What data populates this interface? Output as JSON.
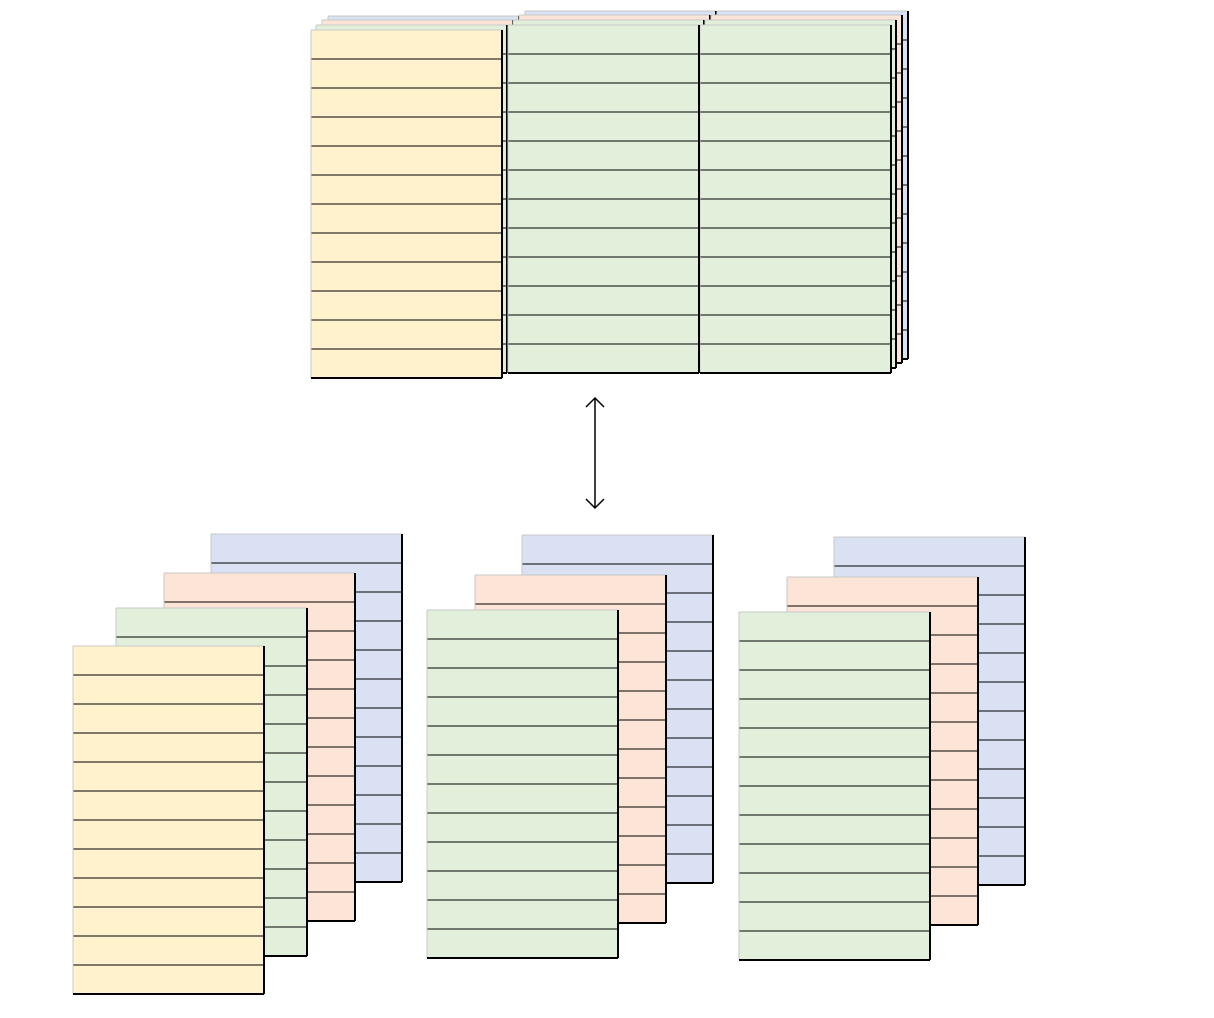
{
  "colors": {
    "yellow": "#fff2cc",
    "green": "#e2efda",
    "salmon": "#fce4d6",
    "blue": "#d9e1f2",
    "stroke": "#000000",
    "arrow": "#000000"
  },
  "diagram": {
    "rows_per_sheet": 12,
    "combined_table": {
      "columns": 3,
      "front_column_colors": [
        "yellow",
        "green",
        "green"
      ],
      "stacked_layers": [
        "green",
        "salmon",
        "blue"
      ]
    },
    "connector": {
      "style": "double-headed-arrow",
      "direction": "vertical"
    },
    "split_stacks": [
      {
        "layers": [
          "blue",
          "salmon",
          "green",
          "yellow"
        ]
      },
      {
        "layers": [
          "blue",
          "salmon",
          "green"
        ]
      },
      {
        "layers": [
          "blue",
          "salmon",
          "green"
        ]
      }
    ]
  }
}
